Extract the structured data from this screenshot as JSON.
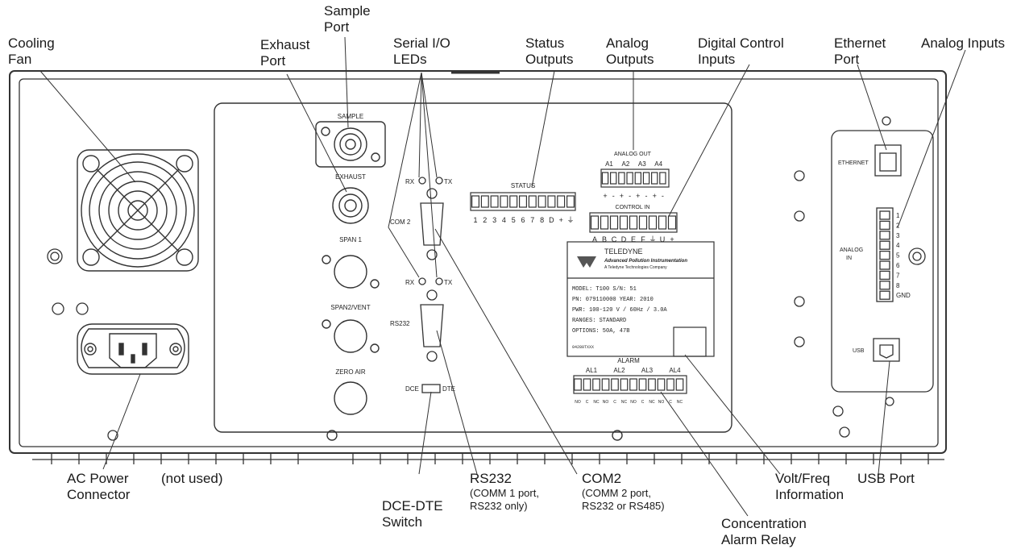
{
  "callouts": {
    "cooling_fan": [
      "Cooling",
      "Fan"
    ],
    "exhaust_port": [
      "Exhaust",
      "Port"
    ],
    "sample_port": [
      "Sample",
      "Port"
    ],
    "serial_io_leds": [
      "Serial I/O",
      "LEDs"
    ],
    "status_outputs": [
      "Status",
      "Outputs"
    ],
    "analog_outputs": [
      "Analog",
      "Outputs"
    ],
    "digital_control_inputs": [
      "Digital Control",
      "Inputs"
    ],
    "ethernet_port": [
      "Ethernet",
      "Port"
    ],
    "analog_inputs": [
      "Analog Inputs"
    ],
    "ac_power_connector": [
      "AC Power",
      "Connector"
    ],
    "not_used": [
      "(not used)"
    ],
    "dce_dte_switch": [
      "DCE-DTE",
      "Switch"
    ],
    "rs232": {
      "title": "RS232",
      "sub1": "(COMM 1 port,",
      "sub2": "RS232 only)"
    },
    "com2": {
      "title": "COM2",
      "sub1": "(COMM 2 port,",
      "sub2": "RS232 or RS485)"
    },
    "concentration_alarm_relay": [
      "Concentration",
      "Alarm Relay"
    ],
    "volt_freq_information": [
      "Volt/Freq",
      "Information"
    ],
    "usb_port": [
      "USB Port"
    ]
  },
  "panel_labels": {
    "sample": "SAMPLE",
    "exhaust": "EXHAUST",
    "span1": "SPAN 1",
    "span2vent": "SPAN2/VENT",
    "zero_air": "ZERO AIR",
    "rx": "RX",
    "tx": "TX",
    "com2": "COM 2",
    "rs232": "RS232",
    "dce": "DCE",
    "dte": "DTE",
    "status": "STATUS",
    "status_pins": [
      "1",
      "2",
      "3",
      "4",
      "5",
      "6",
      "7",
      "8",
      "D",
      "+",
      "⏚"
    ],
    "analog_out": "ANALOG OUT",
    "analog_out_channels": [
      "A1",
      "A2",
      "A3",
      "A4"
    ],
    "analog_out_pins": [
      "+",
      "-",
      "+",
      "-",
      "+",
      "-",
      "+",
      "-"
    ],
    "control_in": "CONTROL IN",
    "control_in_pins": [
      "A",
      "B",
      "C",
      "D",
      "E",
      "F",
      "⏚",
      "U",
      "+"
    ],
    "alarm": "ALARM",
    "alarm_channels": [
      "AL1",
      "AL2",
      "AL3",
      "AL4"
    ],
    "alarm_pins": [
      "NO",
      "C",
      "NC",
      "NO",
      "C",
      "NC",
      "NO",
      "C",
      "NC",
      "NO",
      "C",
      "NC"
    ],
    "ethernet": "ETHERNET",
    "analog_in": [
      "ANALOG",
      "IN"
    ],
    "analog_in_pins": [
      "1",
      "2",
      "3",
      "4",
      "5",
      "6",
      "7",
      "8",
      "GND"
    ],
    "usb": "USB"
  },
  "nameplate": {
    "brand": "TELEDYNE",
    "brand_sub": "Advanced Pollution Instrumentation",
    "brand_sub2": "A Teledyne Technologies Company",
    "model_line": "MODEL:  T100    S/N:  51",
    "pn_line": "PN: 079110000    YEAR:  2010",
    "pwr_line": "PWR:  100-120 V / 60Hz / 3.0A",
    "ranges_line": "RANGES:  STANDARD",
    "options_line": "OPTIONS: 50A, 47B",
    "footer": "04280TXXX"
  }
}
